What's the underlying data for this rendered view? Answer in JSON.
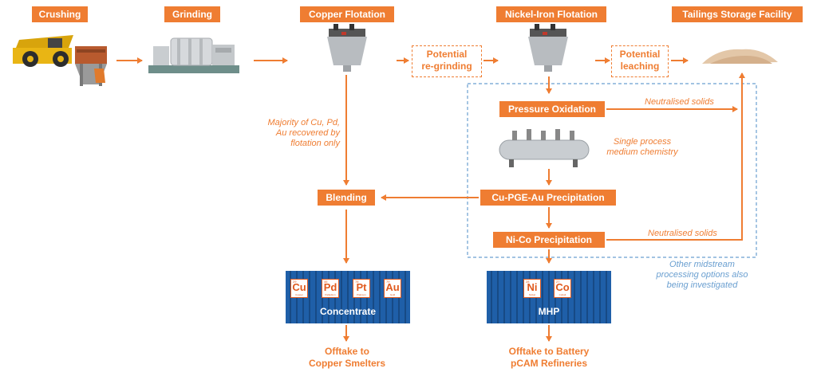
{
  "stages": {
    "crushing": "Crushing",
    "grinding": "Grinding",
    "copper_flotation": "Copper Flotation",
    "nickel_iron_flotation": "Nickel-Iron Flotation",
    "tailings": "Tailings Storage Facility"
  },
  "optional": {
    "regrinding_line1": "Potential",
    "regrinding_line2": "re-grinding",
    "leaching_line1": "Potential",
    "leaching_line2": "leaching"
  },
  "process": {
    "pressure_oxidation": "Pressure Oxidation",
    "cu_pge_au": "Cu-PGE-Au Precipitation",
    "ni_co": "Ni-Co Precipitation",
    "blending": "Blending"
  },
  "notes": {
    "neutralised_1": "Neutralised solids",
    "neutralised_2": "Neutralised solids",
    "single_process_line1": "Single process",
    "single_process_line2": "medium chemistry",
    "majority_line1": "Majority of Cu, Pd,",
    "majority_line2": "Au recovered by",
    "majority_line3": "flotation only",
    "other_line1": "Other midstream",
    "other_line2": "processing options also",
    "other_line3": "being investigated"
  },
  "concentrate": {
    "label": "Concentrate",
    "elements": [
      {
        "num": "29",
        "sym": "Cu",
        "name": "Copper"
      },
      {
        "num": "46",
        "sym": "Pd",
        "name": "Palladium"
      },
      {
        "num": "78",
        "sym": "Pt",
        "name": "Platinum"
      },
      {
        "num": "79",
        "sym": "Au",
        "name": "Gold"
      }
    ]
  },
  "mhp": {
    "label": "MHP",
    "elements": [
      {
        "num": "28",
        "sym": "Ni",
        "name": "Nickel"
      },
      {
        "num": "27",
        "sym": "Co",
        "name": "Cobalt"
      }
    ]
  },
  "offtake": {
    "copper_line1": "Offtake to",
    "copper_line2": "Copper Smelters",
    "battery_line1": "Offtake to Battery",
    "battery_line2": "pCAM Refineries"
  },
  "colors": {
    "accent": "#ef7d32",
    "container": "#1f5fa8",
    "dashed_boundary": "#6a9fd0"
  }
}
